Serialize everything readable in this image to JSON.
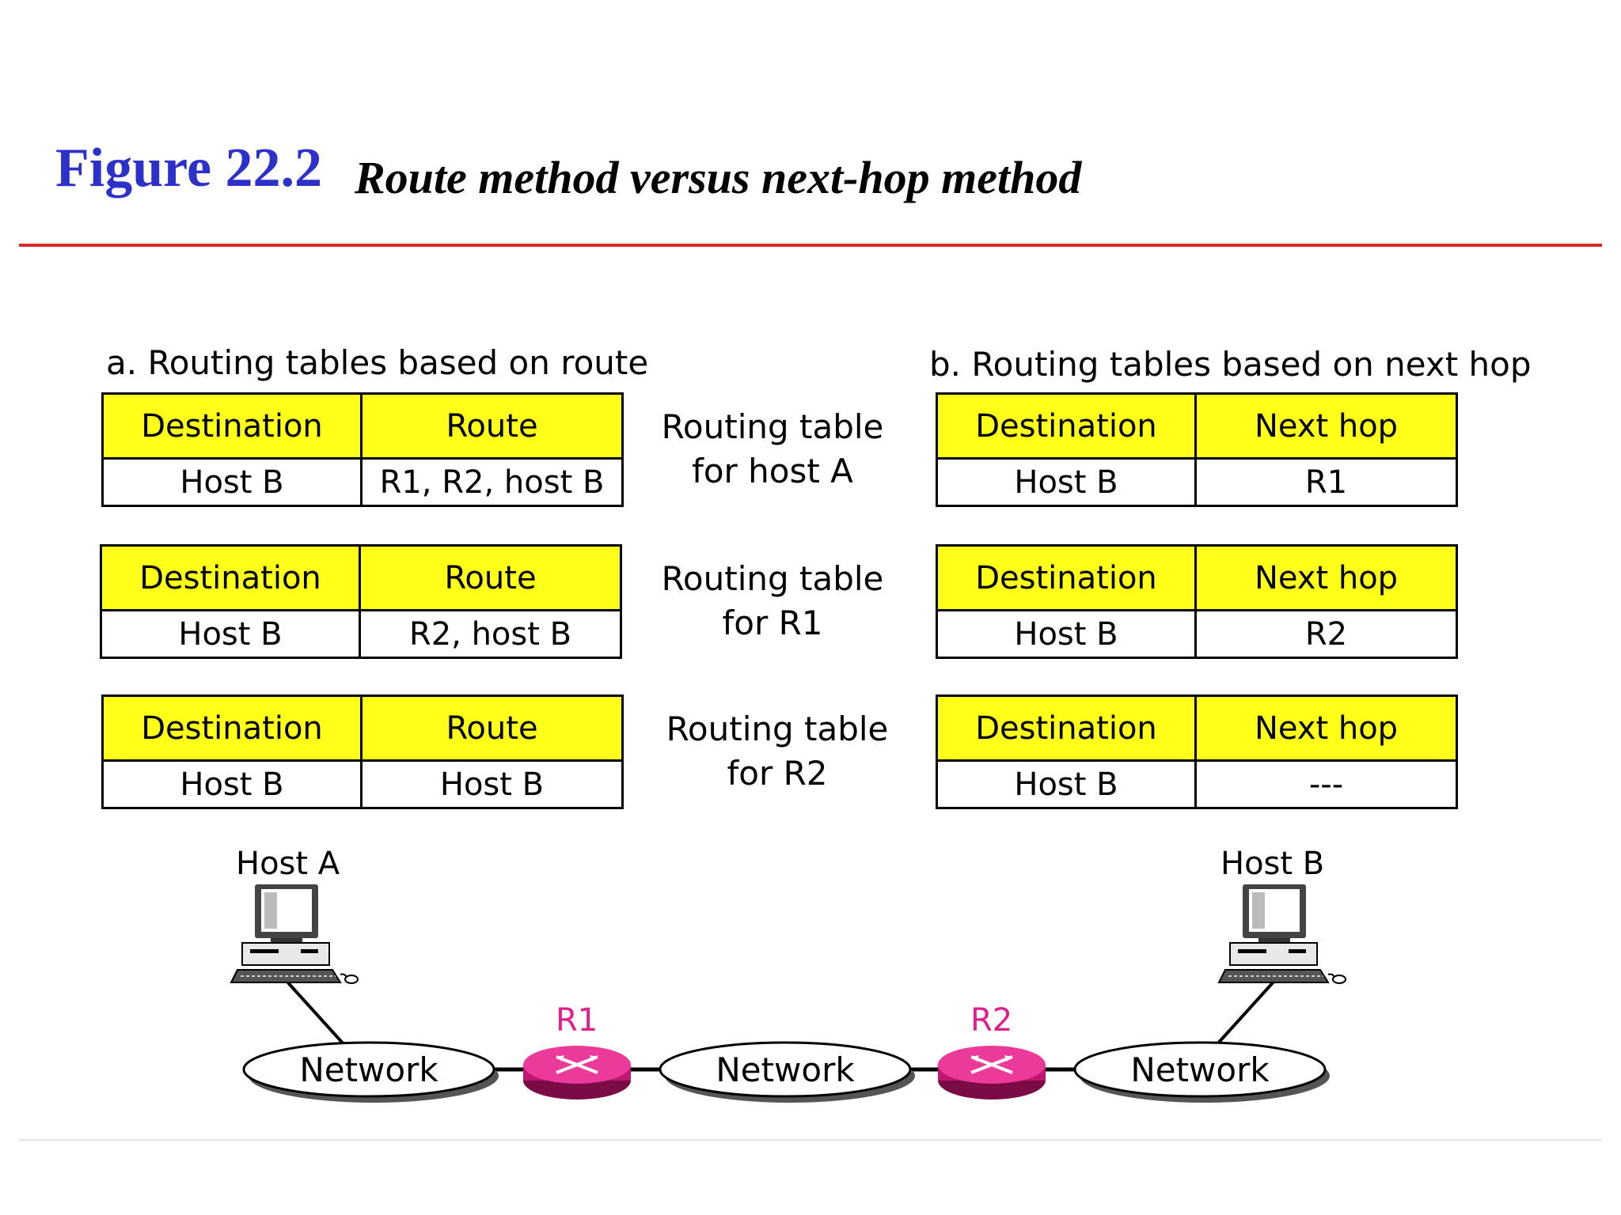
{
  "header": {
    "figure_number": "Figure 22.2",
    "figure_title": "Route method versus next-hop method"
  },
  "section_a": {
    "label": "a. Routing tables based on route",
    "tables": [
      {
        "headers": [
          "Destination",
          "Route"
        ],
        "row": [
          "Host B",
          "R1, R2, host B"
        ]
      },
      {
        "headers": [
          "Destination",
          "Route"
        ],
        "row": [
          "Host B",
          "R2, host B"
        ]
      },
      {
        "headers": [
          "Destination",
          "Route"
        ],
        "row": [
          "Host B",
          "Host B"
        ]
      }
    ]
  },
  "section_b": {
    "label": "b. Routing tables based on next hop",
    "tables": [
      {
        "headers": [
          "Destination",
          "Next hop"
        ],
        "row": [
          "Host B",
          "R1"
        ]
      },
      {
        "headers": [
          "Destination",
          "Next hop"
        ],
        "row": [
          "Host B",
          "R2"
        ]
      },
      {
        "headers": [
          "Destination",
          "Next hop"
        ],
        "row": [
          "Host B",
          "---"
        ]
      }
    ]
  },
  "middle_labels": [
    {
      "line1": "Routing table",
      "line2": "for host A"
    },
    {
      "line1": "Routing table",
      "line2": "for R1"
    },
    {
      "line1": "Routing table",
      "line2": "for R2"
    }
  ],
  "network": {
    "host_a": "Host A",
    "host_b": "Host B",
    "router_1": "R1",
    "router_2": "R2",
    "network_1": "Network",
    "network_2": "Network",
    "network_3": "Network"
  },
  "colors": {
    "figure_number": "#2e31c9",
    "rule": "#d42a2a",
    "table_header": "#ffff1a",
    "router": "#e0208a"
  }
}
